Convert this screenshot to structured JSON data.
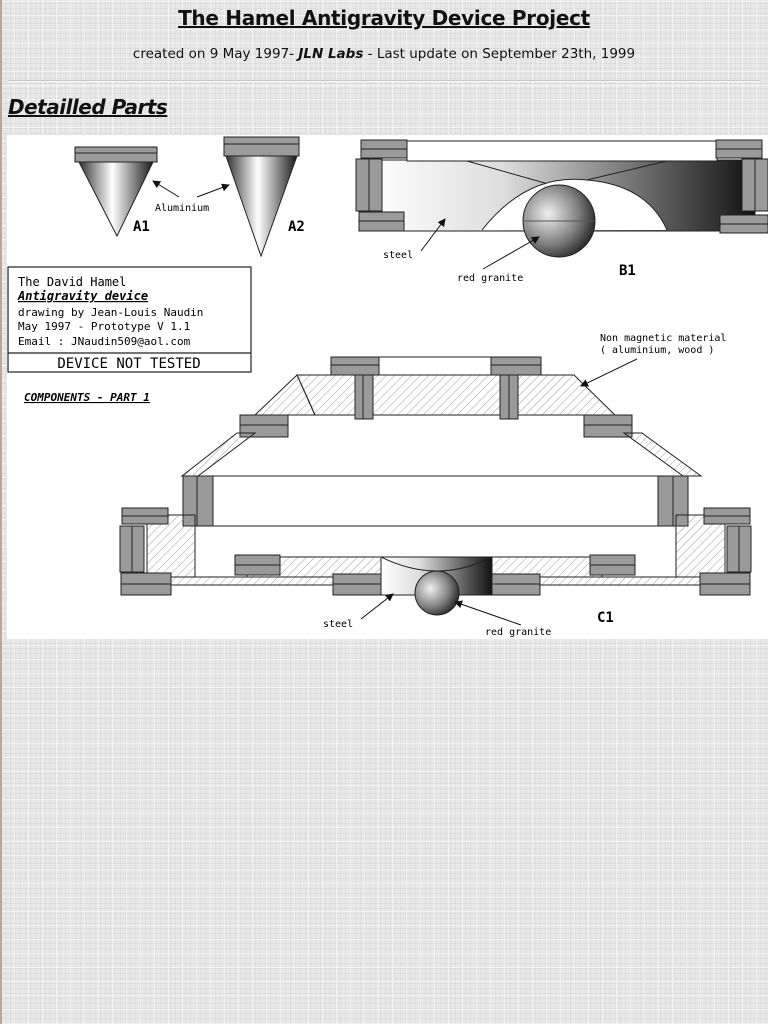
{
  "page": {
    "title": "The Hamel Antigravity Device Project",
    "subtitle_prefix": "created on 9 May 1997- ",
    "subtitle_lab": "JLN Labs",
    "subtitle_suffix": " - Last update on September 23th, 1999"
  },
  "section": {
    "heading": "Detailled Parts"
  },
  "drawing": {
    "labels": {
      "a1": "A1",
      "a2": "A2",
      "aluminium": "Aluminium",
      "b1": "B1",
      "steel_b1": "steel",
      "red_granite_b1": "red granite",
      "c1": "C1",
      "steel_c1": "steel",
      "red_granite_c1": "red granite",
      "non_magnetic_1": "Non magnetic material",
      "non_magnetic_2": "( aluminium, wood )",
      "components": "COMPONENTS - PART 1"
    },
    "info_box": {
      "line1": "The David Hamel",
      "line2": "Antigravity device",
      "line3": "drawing by Jean-Louis Naudin",
      "line4": "May 1997 - Prototype V 1.1",
      "line5": "Email : JNaudin509@aol.com",
      "status": "DEVICE NOT TESTED"
    }
  },
  "colors": {
    "background": "#e8e8e8",
    "drawing_bg": "#ffffff",
    "part_grey": "#9a9a9a",
    "ink": "#111111"
  }
}
